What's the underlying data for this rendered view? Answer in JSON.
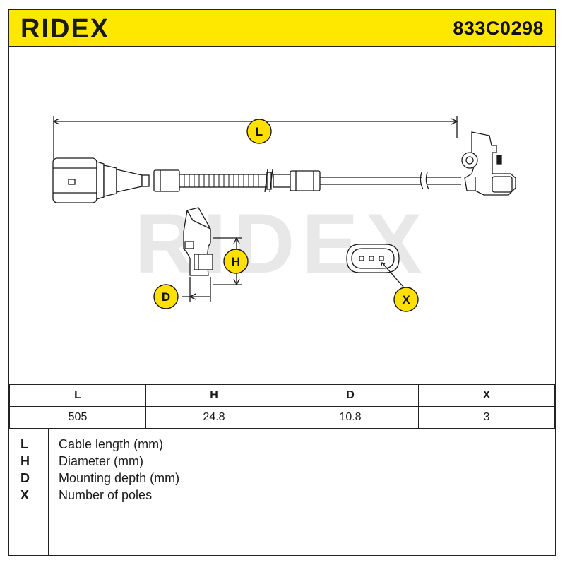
{
  "header": {
    "brand": "RIDEX",
    "part_number": "833C0298",
    "brand_color": "#1a1a1a",
    "header_bg": "#ffe800"
  },
  "watermark": {
    "text": "RIDEX",
    "color": "#e6e6e6"
  },
  "dimension_badges": {
    "length_badge": "L",
    "height_badge": "H",
    "depth_badge": "D",
    "poles_badge": "X",
    "badge_color": "#ffe000"
  },
  "spec_table": {
    "headers": [
      "L",
      "H",
      "D",
      "X"
    ],
    "values": [
      "505",
      "24.8",
      "10.8",
      "3"
    ]
  },
  "legend": [
    {
      "key": "L",
      "description": "Cable length (mm)"
    },
    {
      "key": "H",
      "description": "Diameter (mm)"
    },
    {
      "key": "D",
      "description": "Mounting depth (mm)"
    },
    {
      "key": "X",
      "description": "Number of poles"
    }
  ]
}
